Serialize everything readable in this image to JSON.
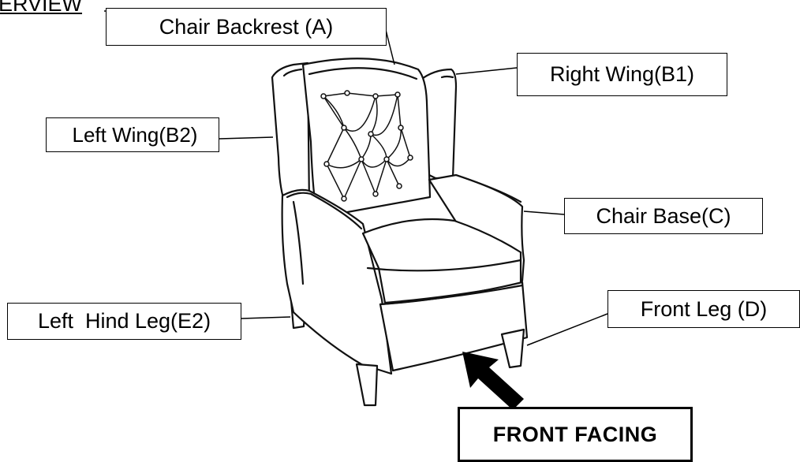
{
  "diagram": {
    "heading": "ERVIEW",
    "labels": {
      "backrest": "Chair Backrest (A)",
      "right_wing": "Right Wing(B1)",
      "left_wing": "Left Wing(B2)",
      "chair_base": "Chair Base(C)",
      "left_hind_leg": "Left  Hind Leg(E2)",
      "front_leg": "Front Leg (D)"
    },
    "front_facing": "FRONT FACING"
  }
}
